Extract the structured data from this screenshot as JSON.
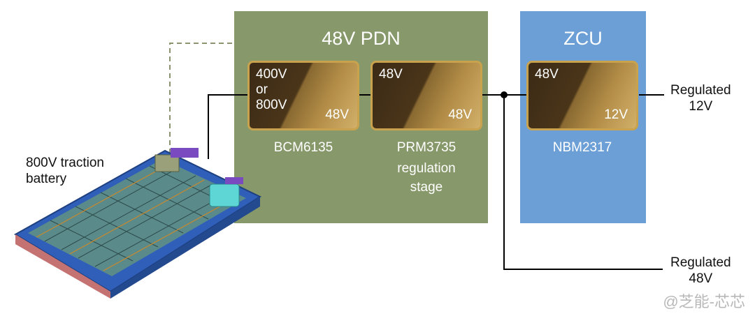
{
  "panels": {
    "pdn_title": "48V PDN",
    "zcu_title": "ZCU"
  },
  "modules": {
    "bcm": {
      "input": "400V\nor\n800V",
      "output": "48V",
      "name": "BCM6135"
    },
    "prm": {
      "input": "48V",
      "output": "48V",
      "name": "PRM3735",
      "subtitle": "regulation\nstage"
    },
    "nbm": {
      "input": "48V",
      "output": "12V",
      "name": "NBM2317"
    }
  },
  "labels": {
    "battery": "800V traction\nbattery",
    "out_12v": "Regulated\n12V",
    "out_48v": "Regulated\n48V"
  },
  "watermark": "@芝能-芯芯",
  "colors": {
    "pdn_panel": "#87986a",
    "zcu_panel": "#6b9fd6",
    "module_border": "#c9a24e"
  }
}
